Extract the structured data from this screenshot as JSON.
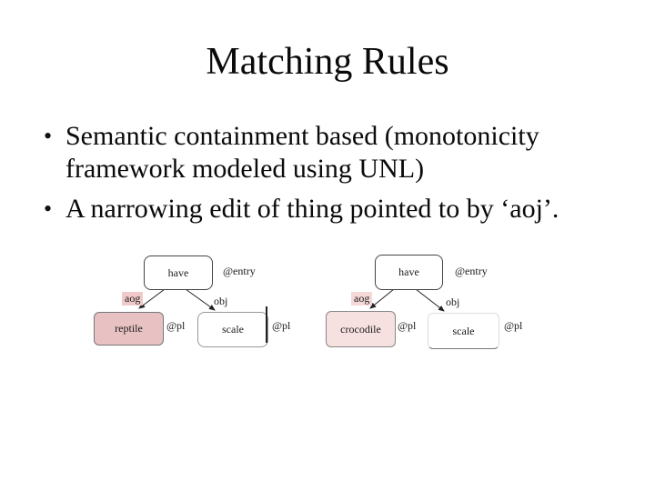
{
  "slide": {
    "title": "Matching Rules",
    "bullet_char": "•",
    "bullets": [
      {
        "lines": [
          "Semantic containment based (monotonicity",
          "framework modeled using UNL)"
        ]
      },
      {
        "lines": [
          "A narrowing edit of thing pointed to by ‘aoj’."
        ]
      }
    ]
  },
  "colors": {
    "background": "#ffffff",
    "text": "#0a0a0a",
    "node_border": "#555555",
    "reptile_node_fill": "#e8c2c2",
    "crocodile_node_fill": "#f7e0e0",
    "aog_label_highlight_left": "#f0caca",
    "aog_label_highlight_right": "#f5d8d8",
    "arrow": "#222222"
  },
  "diagrams": [
    {
      "name": "reptile-graph",
      "root": {
        "label": "have",
        "attr": "@entry"
      },
      "edges": [
        {
          "label": "aog"
        },
        {
          "label": "obj"
        }
      ],
      "left_node": {
        "label": "reptile",
        "attr": "@pl",
        "highlighted": true
      },
      "right_node": {
        "label": "scale",
        "attr": "@pl",
        "highlighted": false
      }
    },
    {
      "name": "crocodile-graph",
      "root": {
        "label": "have",
        "attr": "@entry"
      },
      "edges": [
        {
          "label": "aog"
        },
        {
          "label": "obj"
        }
      ],
      "left_node": {
        "label": "crocodile",
        "attr": "@pl",
        "highlighted": true
      },
      "right_node": {
        "label": "scale",
        "attr": "@pl",
        "highlighted": false
      }
    }
  ]
}
